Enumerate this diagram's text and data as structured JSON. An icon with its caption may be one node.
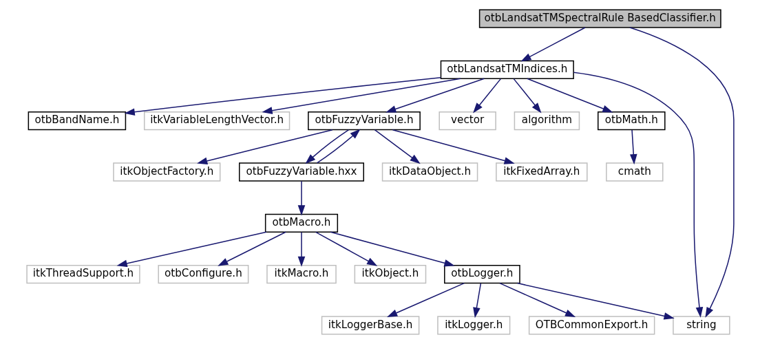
{
  "diagram": {
    "nodes": [
      {
        "text": [
          "otbLandsatTMSpectralRule BasedClassifier.h"
        ]
      },
      {
        "text": [
          "otbLandsatTMIndices.h"
        ]
      },
      {
        "text": [
          "otbBandName.h"
        ]
      },
      {
        "text": [
          "itkVariableLengthVector.h"
        ]
      },
      {
        "text": [
          "otbFuzzyVariable.h"
        ]
      },
      {
        "text": [
          "vector"
        ]
      },
      {
        "text": [
          "algorithm"
        ]
      },
      {
        "text": [
          "otbMath.h"
        ]
      },
      {
        "text": [
          "itkObjectFactory.h"
        ]
      },
      {
        "text": [
          "otbFuzzyVariable.hxx"
        ]
      },
      {
        "text": [
          "itkDataObject.h"
        ]
      },
      {
        "text": [
          "itkFixedArray.h"
        ]
      },
      {
        "text": [
          "cmath"
        ]
      },
      {
        "text": [
          "otbMacro.h"
        ]
      },
      {
        "text": [
          "itkThreadSupport.h"
        ]
      },
      {
        "text": [
          "otbConfigure.h"
        ]
      },
      {
        "text": [
          "itkMacro.h"
        ]
      },
      {
        "text": [
          "itkObject.h"
        ]
      },
      {
        "text": [
          "otbLogger.h"
        ]
      },
      {
        "text": [
          "itkLoggerBase.h"
        ]
      },
      {
        "text": [
          "itkLogger.h"
        ]
      },
      {
        "text": [
          "OTBCommonExport.h"
        ]
      },
      {
        "text": [
          "string"
        ]
      }
    ],
    "edges": [
      {
        "from": 0,
        "to": 1,
        "arrow": "to"
      },
      {
        "from": 0,
        "to": 22,
        "arrow": "to"
      },
      {
        "from": 1,
        "to": 2,
        "arrow": "to"
      },
      {
        "from": 1,
        "to": 3,
        "arrow": "to"
      },
      {
        "from": 1,
        "to": 4,
        "arrow": "to"
      },
      {
        "from": 1,
        "to": 22,
        "arrow": "to"
      },
      {
        "from": 1,
        "to": 5,
        "arrow": "to"
      },
      {
        "from": 1,
        "to": 6,
        "arrow": "to"
      },
      {
        "from": 1,
        "to": 7,
        "arrow": "to"
      },
      {
        "from": 4,
        "to": 8,
        "arrow": "to"
      },
      {
        "from": 4,
        "to": 9,
        "arrow": "to"
      },
      {
        "from": 4,
        "to": 10,
        "arrow": "to"
      },
      {
        "from": 4,
        "to": 11,
        "arrow": "to"
      },
      {
        "from": 9,
        "to": 4,
        "arrow": "to"
      },
      {
        "from": 9,
        "to": 13,
        "arrow": "to"
      },
      {
        "from": 7,
        "to": 12,
        "arrow": "to"
      },
      {
        "from": 13,
        "to": 14,
        "arrow": "to"
      },
      {
        "from": 13,
        "to": 15,
        "arrow": "to"
      },
      {
        "from": 13,
        "to": 16,
        "arrow": "to"
      },
      {
        "from": 13,
        "to": 17,
        "arrow": "to"
      },
      {
        "from": 13,
        "to": 18,
        "arrow": "to"
      },
      {
        "from": 18,
        "to": 19,
        "arrow": "to"
      },
      {
        "from": 18,
        "to": 20,
        "arrow": "to"
      },
      {
        "from": 18,
        "to": 21,
        "arrow": "to"
      },
      {
        "from": 18,
        "to": 22,
        "arrow": "to"
      }
    ]
  }
}
